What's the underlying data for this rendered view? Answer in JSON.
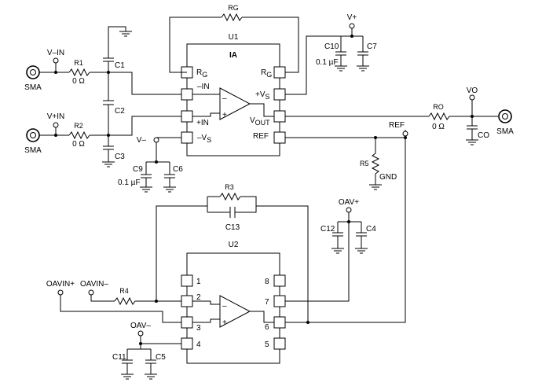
{
  "u1": {
    "ref": "U1",
    "label": "IA",
    "gain_resistor": "RG",
    "pin_left": [
      "RG",
      "–IN",
      "+IN",
      "–VS"
    ],
    "pin_right": [
      "RG",
      "+VS",
      "VOUT",
      "REF"
    ],
    "sub_vs": "S",
    "sub_vout": "OUT",
    "sub_g": "G"
  },
  "u2": {
    "ref": "U2",
    "pins_left": [
      "1",
      "2",
      "3",
      "4"
    ],
    "pins_right": [
      "8",
      "7",
      "6",
      "5"
    ]
  },
  "inputs": {
    "vin_minus": "V–IN",
    "vin_plus": "V+IN",
    "sma": "SMA"
  },
  "components": {
    "r1": "R1",
    "r1_val": "0 Ω",
    "r2": "R2",
    "r2_val": "0 Ω",
    "c1": "C1",
    "c2": "C2",
    "c3": "C3",
    "c6": "C6",
    "c7": "C7",
    "c9": "C9",
    "c10": "C10",
    "c9_val": "0.1 µF",
    "c10_val": "0.1 µF",
    "r0": "RO",
    "r0_val": "0 Ω",
    "c0": "CO",
    "r3": "R3",
    "c13": "C13",
    "r4": "R4",
    "r5": "R5",
    "c12": "C12",
    "c4": "C4",
    "c11": "C11",
    "c5": "C5"
  },
  "nets": {
    "vplus": "V+",
    "vminus": "V–",
    "vo": "VO",
    "ref": "REF",
    "gnd": "GND",
    "oav_plus": "OAV+",
    "oav_minus": "OAV–",
    "oavin_plus": "OAVIN+",
    "oavin_minus": "OAVIN–"
  }
}
